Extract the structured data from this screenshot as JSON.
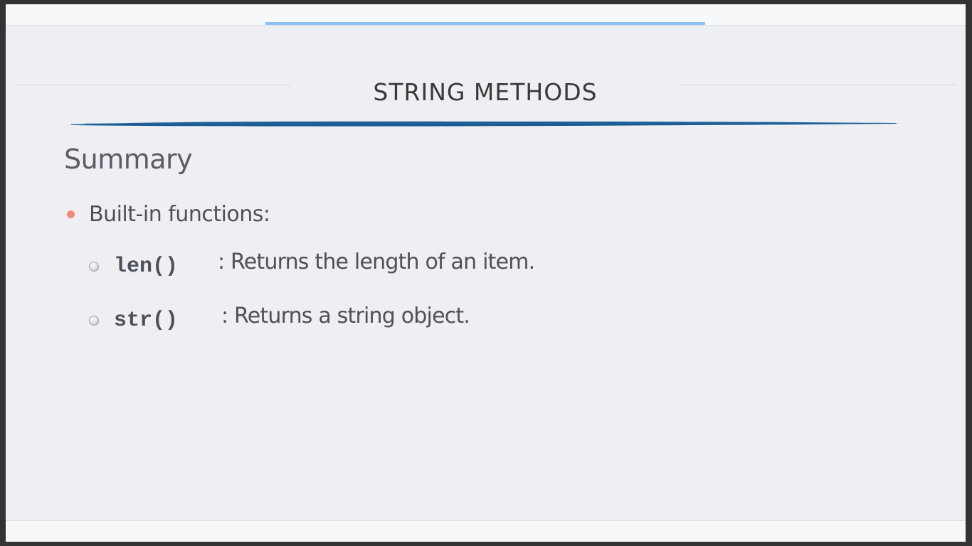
{
  "slide": {
    "title": "STRING METHODS",
    "subtitle": "Summary",
    "bullet": "Built-in functions:",
    "items": [
      {
        "code": "len()",
        "description": ": Returns the length of an item."
      },
      {
        "code": "str()",
        "description": ": Returns a string object."
      }
    ]
  },
  "colors": {
    "background": "#eeeff2",
    "accent_top": "#8ec0f4",
    "title_underline": "#1a5a92",
    "bullet_primary": "#f4897a",
    "text": "#4e505a"
  }
}
